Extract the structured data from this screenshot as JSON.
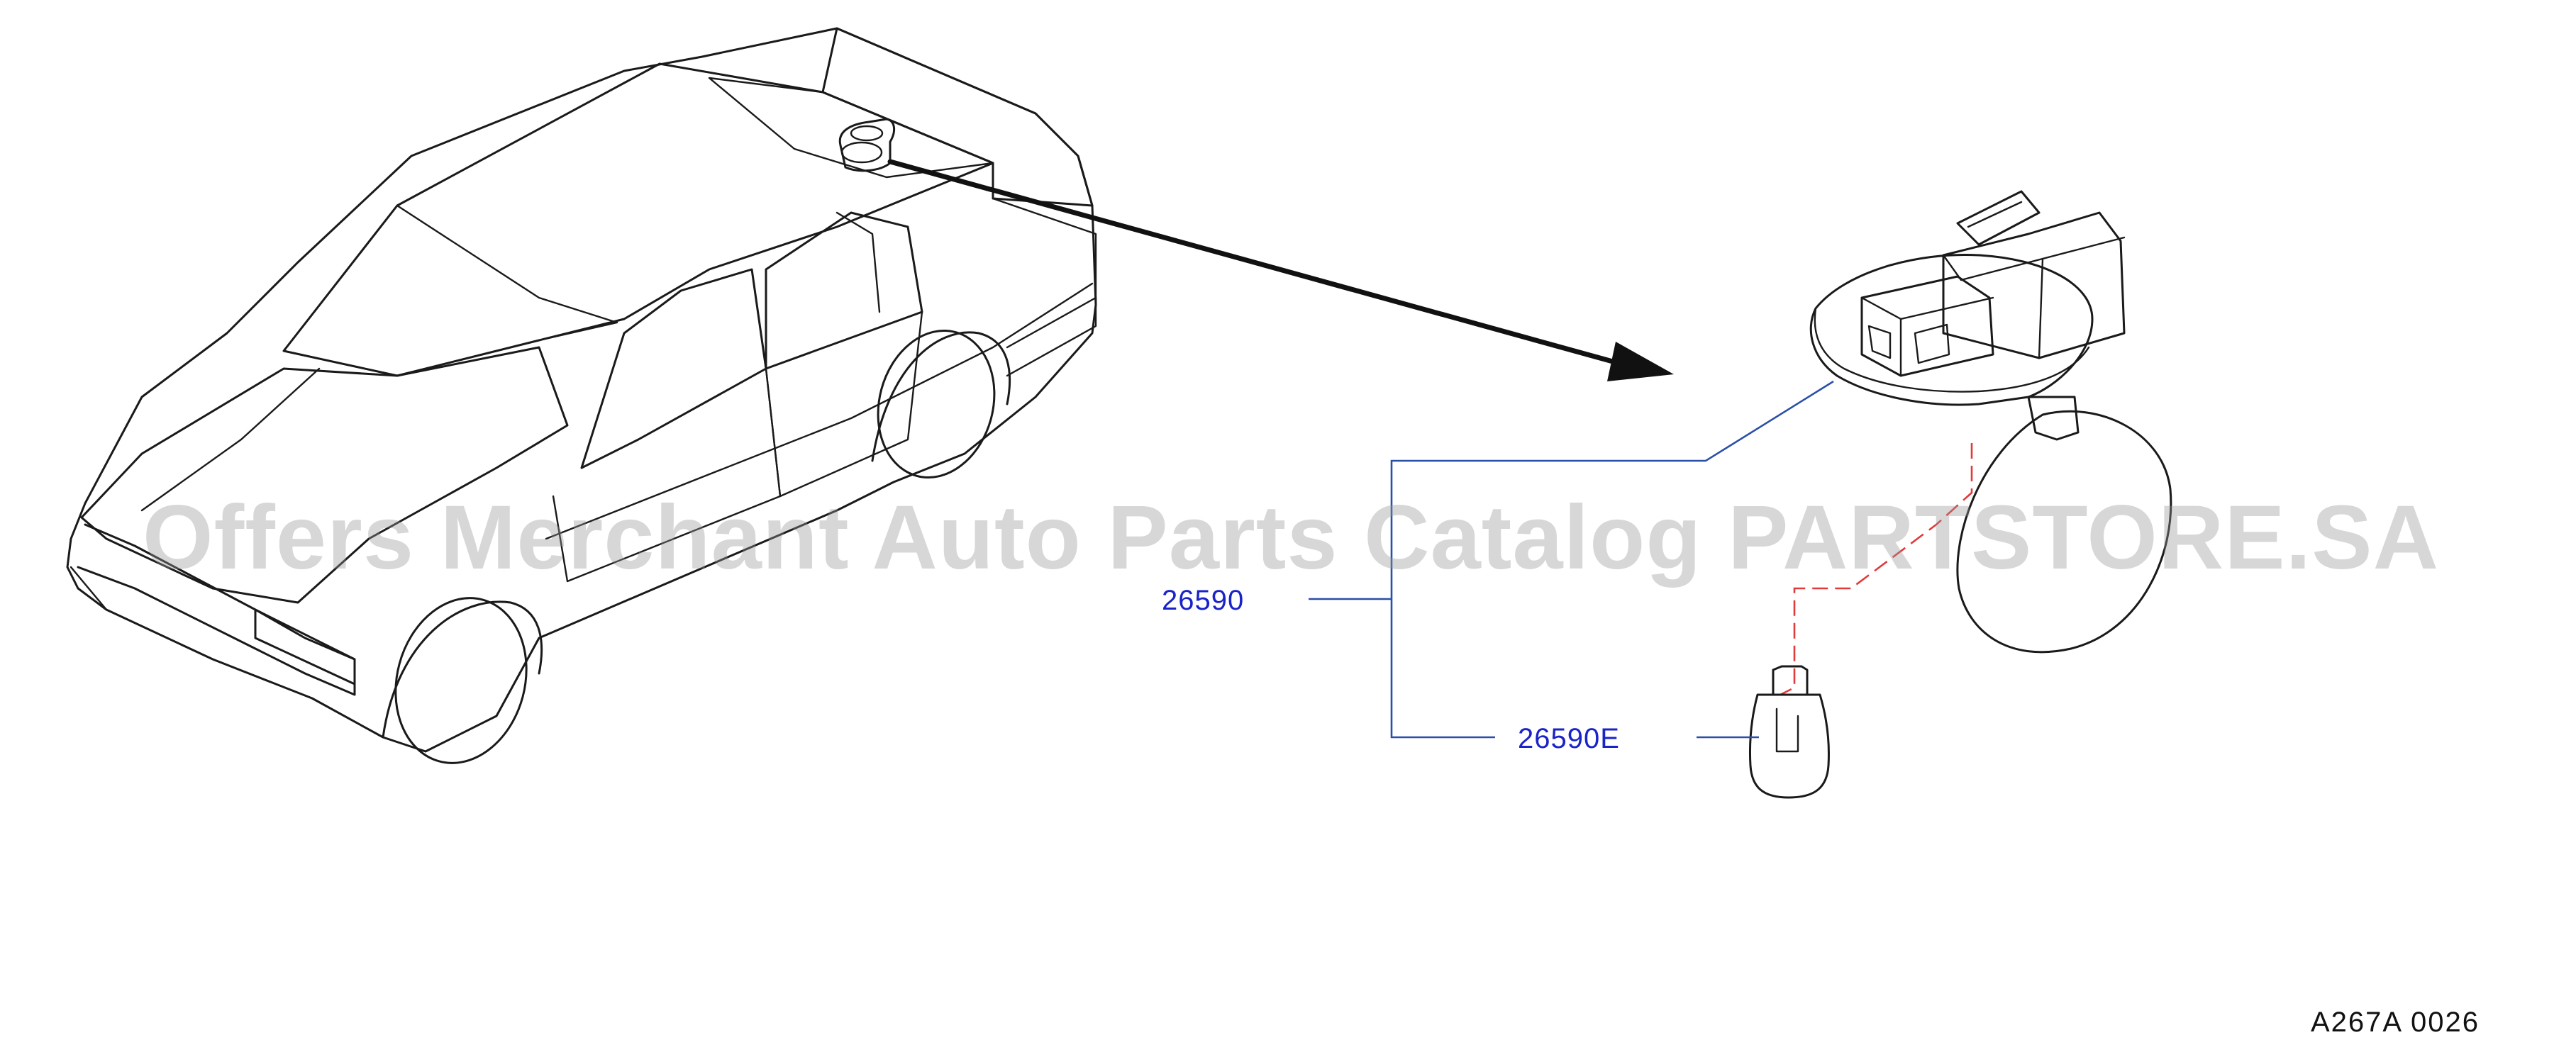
{
  "parts": {
    "housing_part_no": "26590",
    "bulb_part_no": "26590E"
  },
  "diagram_ref": "A267A  0026",
  "watermark": "Offers Merchant Auto Parts Catalog PARTSTORE.SA",
  "colors": {
    "part_label": "#1a23c8",
    "leader_line": "#2a4fa8",
    "assembly_dash": "#e03a3a",
    "line_art": "#1a1a1a"
  }
}
